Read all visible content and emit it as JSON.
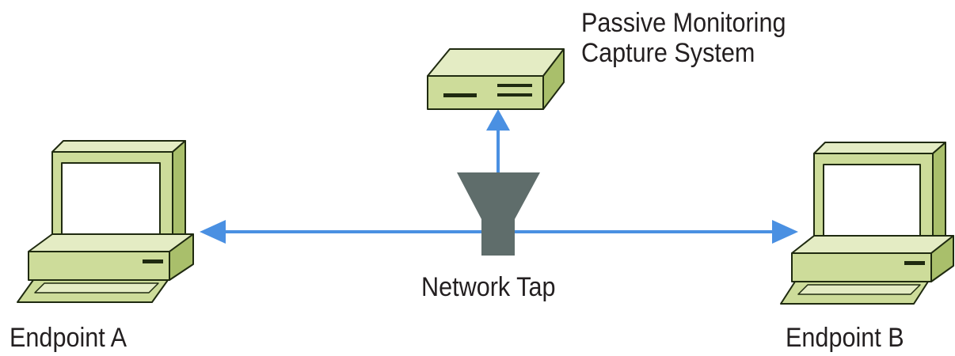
{
  "colors": {
    "device_fill": "#cddc9a",
    "device_fill_dark": "#a9bf6b",
    "device_fill_light": "#e4ecc4",
    "outline": "#1f2a10",
    "screen": "#ffffff",
    "arrow": "#4a90e2",
    "tap": "#5f6d6b",
    "text": "#231f20"
  },
  "labels": {
    "capture_system_line1": "Passive Monitoring",
    "capture_system_line2": "Capture System",
    "network_tap": "Network Tap",
    "endpoint_a": "Endpoint A",
    "endpoint_b": "Endpoint B"
  },
  "nodes": [
    {
      "id": "endpoint-a",
      "type": "computer-icon",
      "label_key": "endpoint_a"
    },
    {
      "id": "endpoint-b",
      "type": "computer-icon",
      "label_key": "endpoint_b"
    },
    {
      "id": "capture-system",
      "type": "appliance-icon",
      "label_key": "capture_system_line1"
    },
    {
      "id": "network-tap",
      "type": "tap-icon",
      "label_key": "network_tap"
    }
  ],
  "edges": [
    {
      "from": "network-tap",
      "to": "endpoint-a",
      "arrow": "end"
    },
    {
      "from": "network-tap",
      "to": "endpoint-b",
      "arrow": "end"
    },
    {
      "from": "network-tap",
      "to": "capture-system",
      "arrow": "end"
    }
  ]
}
